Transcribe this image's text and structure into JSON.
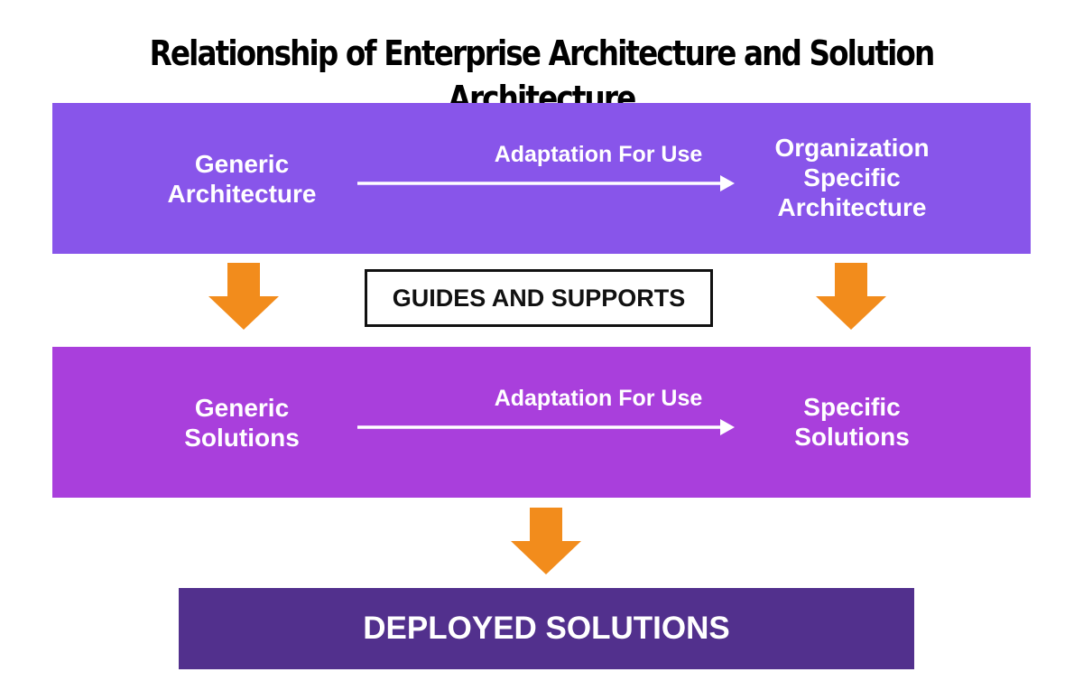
{
  "title": "Relationship of Enterprise Architecture and Solution Architecture",
  "colors": {
    "architecture_band": "#8855ea",
    "solutions_band": "#a93fdc",
    "deployed_band": "#52308d",
    "down_arrow": "#f28c1c",
    "flow_arrow": "#ffffff",
    "text_light": "#ffffff",
    "text_dark": "#111111"
  },
  "architecture_row": {
    "source": [
      "Generic",
      "Architecture"
    ],
    "flow_label": "Adaptation For Use",
    "target": [
      "Organization",
      "Specific",
      "Architecture"
    ]
  },
  "connector": {
    "label": "GUIDES AND SUPPORTS"
  },
  "solutions_row": {
    "source": [
      "Generic",
      "Solutions"
    ],
    "flow_label": "Adaptation For Use",
    "target": [
      "Specific",
      "Solutions"
    ]
  },
  "output": {
    "label": "DEPLOYED SOLUTIONS"
  }
}
